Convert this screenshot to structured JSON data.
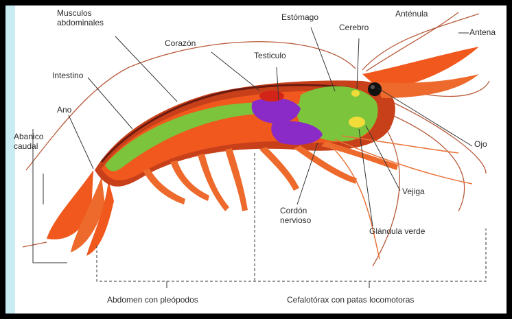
{
  "labels": {
    "musculos": "Musculos abdominales",
    "intestino": "Intestino",
    "ano": "Ano",
    "abanico": "Abanico caudal",
    "corazon": "Corazón",
    "testiculo": "Testiculo",
    "estomago": "Estómago",
    "cerebro": "Cerebro",
    "antenula": "Anténula",
    "antena": "Antena",
    "ojo": "Ojo",
    "vejiga": "Vejiga",
    "cordon": "Cordón nervioso",
    "glandula": "Glándula verde",
    "abdomen": "Abdomen con pleópodos",
    "cefalotorax": "Cefalotórax con patas locomotoras"
  },
  "colors": {
    "body": "#f0581e",
    "body_dark": "#c8401a",
    "muscle_green": "#7cc43c",
    "gonad_purple": "#8a2bc8",
    "gland_yellow": "#f2dc3a",
    "heart_red": "#d3241a",
    "side_strip": "#c9ecf3",
    "frame": "#000000"
  }
}
